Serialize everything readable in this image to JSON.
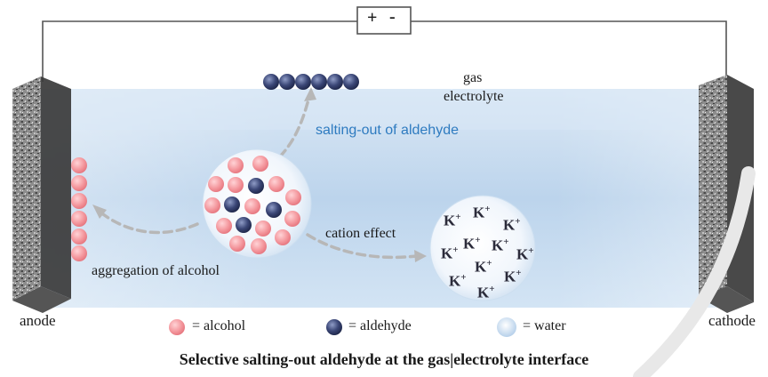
{
  "power_source": {
    "plus": "+",
    "minus": "-"
  },
  "labels": {
    "gas": "gas",
    "electrolyte": "electrolyte",
    "salting_out": "salting-out of aldehyde",
    "cation_effect": "cation effect",
    "aggregation": "aggregation of alcohol",
    "anode": "anode",
    "cathode": "cathode"
  },
  "ion_text": "K",
  "ion_charge": "+",
  "legend": [
    {
      "symbol": "alcohol-molecule",
      "label": "= alcohol"
    },
    {
      "symbol": "aldehyde-molecule",
      "label": "= aldehyde"
    },
    {
      "symbol": "water-molecule",
      "label": "= water"
    }
  ],
  "caption": "Selective salting-out aldehyde at the gas|electrolyte interface",
  "colors": {
    "alcohol": "#f39a9f",
    "aldehyde": "#2f3a63",
    "electrolyte": "#c9def1",
    "salting_text": "#2e7bc0",
    "arrow": "#b5b5b5"
  }
}
